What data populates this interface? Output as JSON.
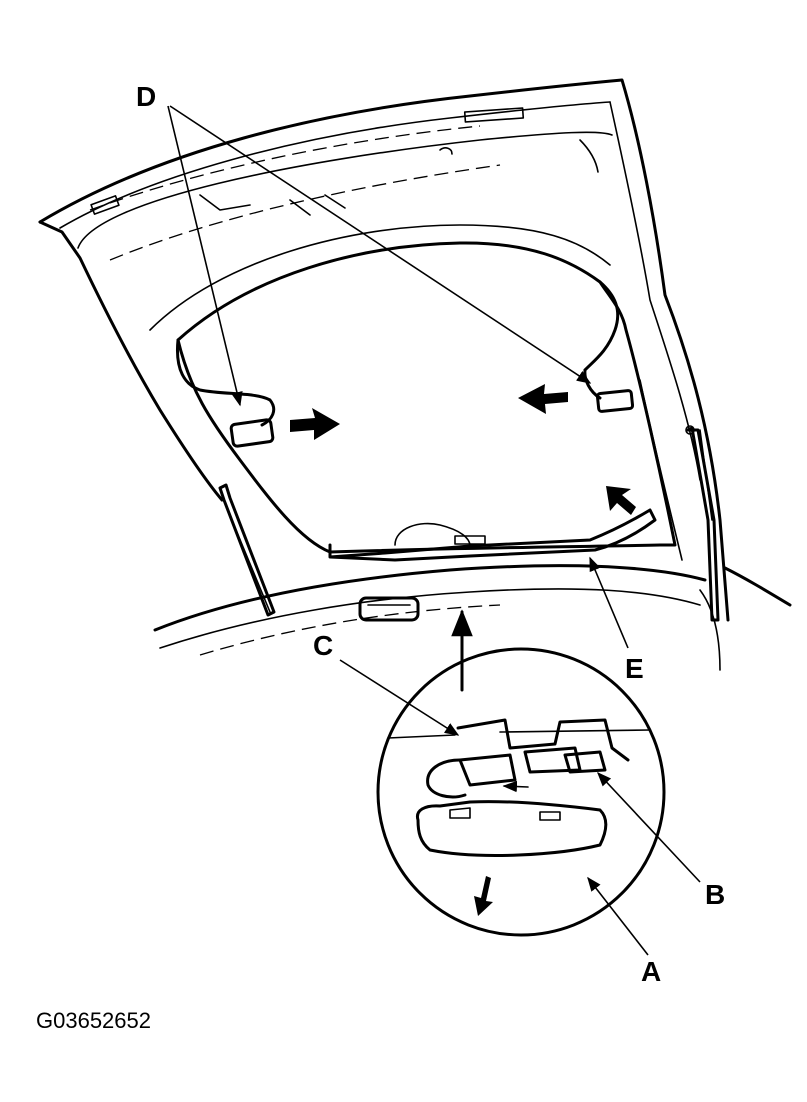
{
  "callouts": {
    "a": "A",
    "b": "B",
    "c": "C",
    "d": "D",
    "e": "E"
  },
  "figure_id": "G03652652"
}
